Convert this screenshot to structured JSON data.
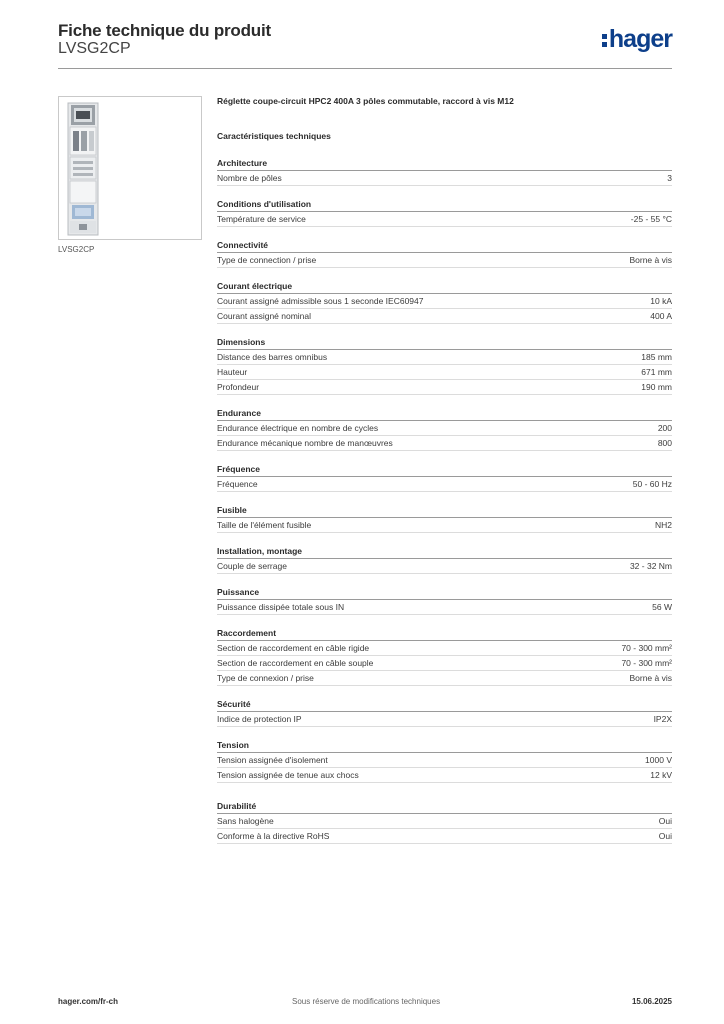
{
  "header": {
    "title": "Fiche technique du produit",
    "reference": "LVSG2CP",
    "logo_text": "hager"
  },
  "image": {
    "caption": "LVSG2CP",
    "icon": "fuse-switch-product-photo"
  },
  "product": {
    "description": "Réglette coupe-circuit HPC2 400A 3 pôles commutable, raccord à vis M12",
    "section_heading": "Caractéristiques techniques"
  },
  "groups": [
    {
      "title": "Architecture",
      "rows": [
        {
          "label": "Nombre de pôles",
          "value": "3"
        }
      ]
    },
    {
      "title": "Conditions d'utilisation",
      "rows": [
        {
          "label": "Température de service",
          "value": "-25 - 55 °C"
        }
      ]
    },
    {
      "title": "Connectivité",
      "rows": [
        {
          "label": "Type de connection / prise",
          "value": "Borne à vis"
        }
      ]
    },
    {
      "title": "Courant électrique",
      "rows": [
        {
          "label": "Courant assigné admissible sous 1 seconde IEC60947",
          "value": "10 kA"
        },
        {
          "label": "Courant assigné nominal",
          "value": "400 A"
        }
      ]
    },
    {
      "title": "Dimensions",
      "rows": [
        {
          "label": "Distance des barres omnibus",
          "value": "185 mm"
        },
        {
          "label": "Hauteur",
          "value": "671 mm"
        },
        {
          "label": "Profondeur",
          "value": "190 mm"
        }
      ]
    },
    {
      "title": "Endurance",
      "rows": [
        {
          "label": "Endurance électrique en nombre de cycles",
          "value": "200"
        },
        {
          "label": "Endurance mécanique nombre de manœuvres",
          "value": "800"
        }
      ]
    },
    {
      "title": "Fréquence",
      "rows": [
        {
          "label": "Fréquence",
          "value": "50 - 60 Hz"
        }
      ]
    },
    {
      "title": "Fusible",
      "rows": [
        {
          "label": "Taille de l'élément fusible",
          "value": "NH2"
        }
      ]
    },
    {
      "title": "Installation, montage",
      "rows": [
        {
          "label": "Couple de serrage",
          "value": "32 - 32 Nm"
        }
      ]
    },
    {
      "title": "Puissance",
      "rows": [
        {
          "label": "Puissance dissipée totale sous IN",
          "value": "56 W"
        }
      ]
    },
    {
      "title": "Raccordement",
      "rows": [
        {
          "label": "Section de raccordement en câble rigide",
          "value": "70 - 300 mm²"
        },
        {
          "label": "Section de raccordement en câble souple",
          "value": "70 - 300 mm²"
        },
        {
          "label": "Type de connexion / prise",
          "value": "Borne à vis"
        }
      ]
    },
    {
      "title": "Sécurité",
      "rows": [
        {
          "label": "Indice de protection IP",
          "value": "IP2X"
        }
      ]
    },
    {
      "title": "Tension",
      "rows": [
        {
          "label": "Tension assignée d'isolement",
          "value": "1000 V"
        },
        {
          "label": "Tension assignée de tenue aux chocs",
          "value": "12 kV"
        }
      ]
    },
    {
      "title": "Durabilité",
      "rows": [
        {
          "label": "Sans halogène",
          "value": "Oui"
        },
        {
          "label": "Conforme à la directive RoHS",
          "value": "Oui"
        }
      ]
    }
  ],
  "footer": {
    "site": "hager.com/fr-ch",
    "note": "Sous réserve de modifications techniques",
    "date": "15.06.2025"
  },
  "colors": {
    "brand": "#0d3f8a",
    "rule": "#9a9a9a",
    "row_divider": "#dcdcdc"
  }
}
